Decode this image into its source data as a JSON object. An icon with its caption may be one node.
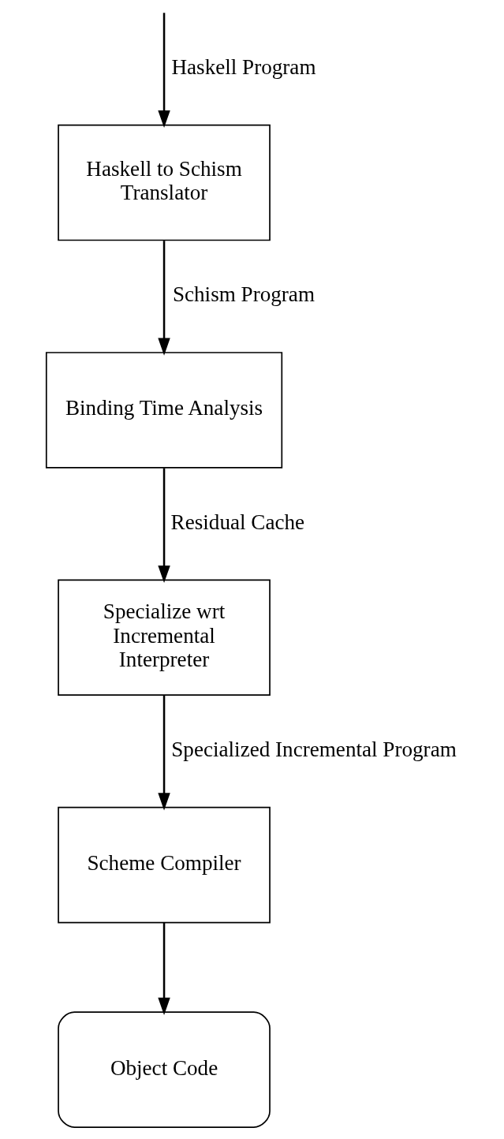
{
  "diagram": {
    "nodes": [
      {
        "text": [
          "Haskell to Schism Translator"
        ]
      },
      {
        "text": [
          "Binding Time Analysis"
        ]
      },
      {
        "text": [
          "Specialize wrt Incremental Interpreter"
        ]
      },
      {
        "text": [
          "Scheme Compiler"
        ]
      },
      {
        "text": [
          "Object Code"
        ]
      }
    ],
    "edges": [
      {
        "from": null,
        "to": 0,
        "arrow": "to",
        "label": "Haskell Program"
      },
      {
        "from": 0,
        "to": 1,
        "arrow": "to",
        "label": "Schism Program"
      },
      {
        "from": 1,
        "to": 2,
        "arrow": "to",
        "label": "Residual Cache"
      },
      {
        "from": 2,
        "to": 3,
        "arrow": "to",
        "label": "Specialized Incremental Program"
      },
      {
        "from": 3,
        "to": 4,
        "arrow": "to"
      }
    ]
  }
}
